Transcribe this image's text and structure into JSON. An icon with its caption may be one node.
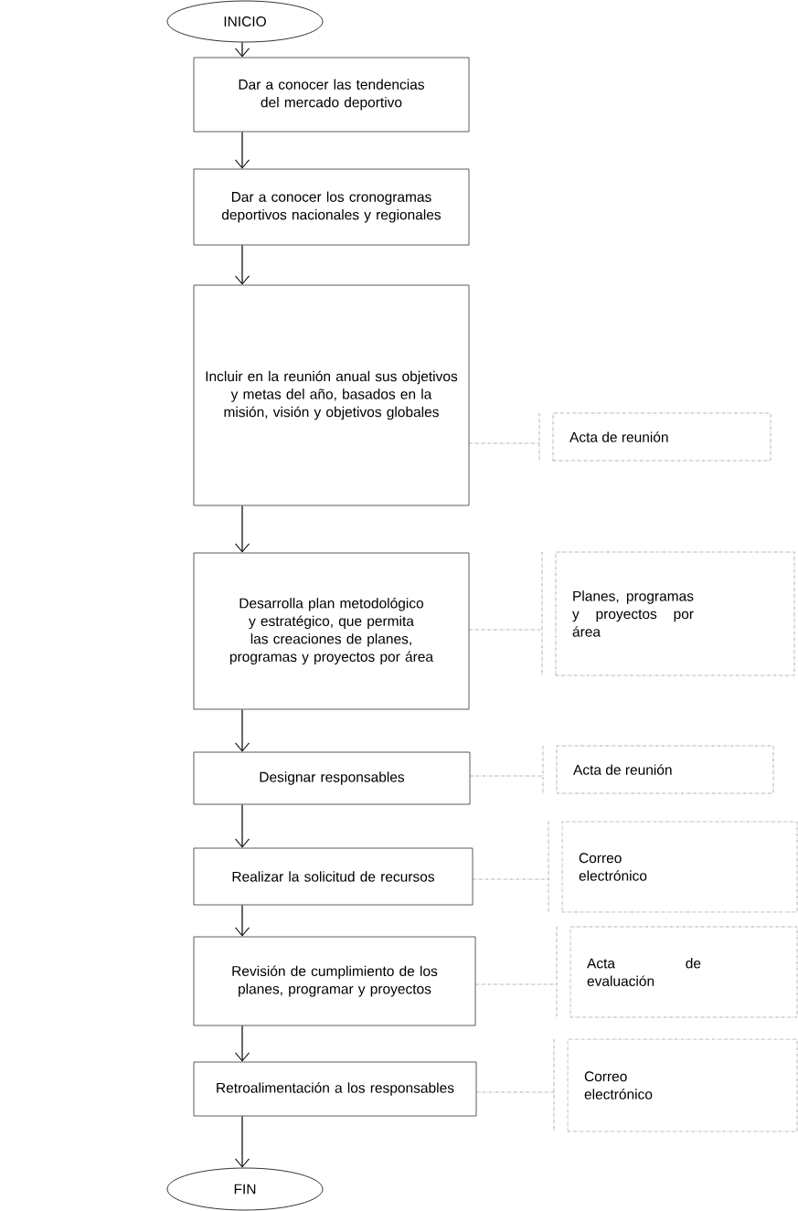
{
  "diagram": {
    "nodes": [
      {
        "text": [
          "INICIO"
        ]
      },
      {
        "text": [
          "Dar a conocer las tendencias del mercado deportivo"
        ]
      },
      {
        "text": [
          "Dar a conocer los cronogramas deportivos nacionales y regionales"
        ]
      },
      {
        "text": [
          "Incluir en la reunión anual sus objetivos y metas del año, basados en la misión, visión y objetivos globales"
        ]
      },
      {
        "text": [
          "Desarrolla plan metodológico y estratégico, que permita las creaciones de planes, programas y proyectos por área"
        ]
      },
      {
        "text": [
          "Designar responsables"
        ]
      },
      {
        "text": [
          "Realizar la solicitud de recursos"
        ]
      },
      {
        "text": [
          "Revisión de cumplimiento de los planes, programar y proyectos"
        ]
      },
      {
        "text": [
          "Retroalimentación a los responsables"
        ]
      },
      {
        "text": [
          "FIN"
        ]
      },
      {
        "text": [
          "Acta de reunión"
        ]
      },
      {
        "text": [
          "Planes, programas y proyectos por área"
        ]
      },
      {
        "text": [
          "Acta de reunión"
        ]
      },
      {
        "text": [
          "Correo electrónico"
        ]
      },
      {
        "text": [
          "Acta de evaluación"
        ]
      },
      {
        "text": [
          "Correo electrónico"
        ]
      }
    ],
    "edges": [
      {
        "from": 0,
        "to": 1,
        "arrow": "to"
      },
      {
        "from": 1,
        "to": 2,
        "arrow": "to"
      },
      {
        "from": 2,
        "to": 3,
        "arrow": "to"
      },
      {
        "from": 3,
        "to": 4,
        "arrow": "to"
      },
      {
        "from": 4,
        "to": 5,
        "arrow": "to"
      },
      {
        "from": 5,
        "to": 6,
        "arrow": "to"
      },
      {
        "from": 6,
        "to": 7,
        "arrow": "to"
      },
      {
        "from": 7,
        "to": 8,
        "arrow": "to"
      },
      {
        "from": 8,
        "to": 9,
        "arrow": "to"
      },
      {
        "from": 3,
        "to": 10,
        "arrow": "none",
        "style": "dashed"
      },
      {
        "from": 4,
        "to": 11,
        "arrow": "none",
        "style": "dashed"
      },
      {
        "from": 5,
        "to": 12,
        "arrow": "none",
        "style": "dashed"
      },
      {
        "from": 6,
        "to": 13,
        "arrow": "none",
        "style": "dashed"
      },
      {
        "from": 7,
        "to": 14,
        "arrow": "none",
        "style": "dashed"
      },
      {
        "from": 8,
        "to": 15,
        "arrow": "none",
        "style": "dashed"
      }
    ]
  }
}
